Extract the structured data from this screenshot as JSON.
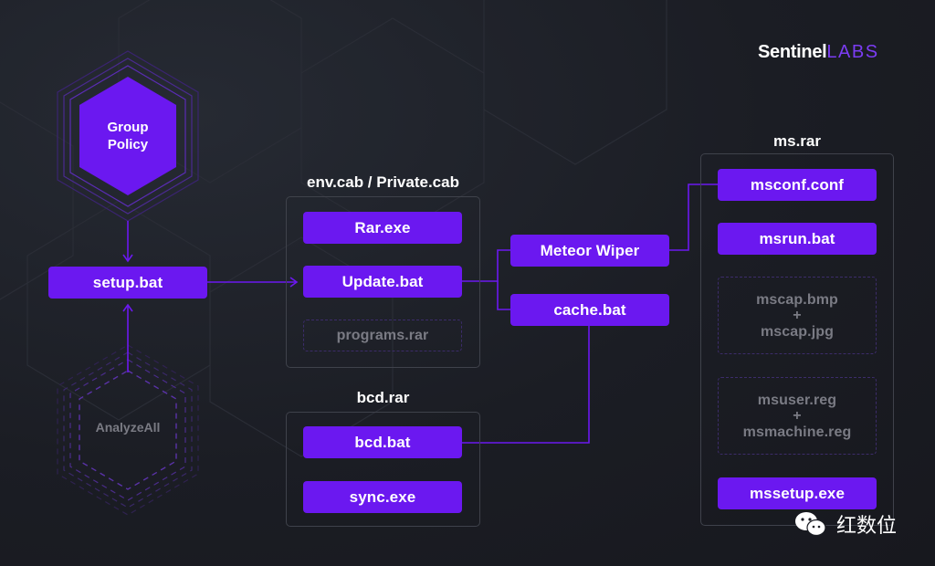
{
  "brand": {
    "name_bold": "Sentinel",
    "name_light": "LABS"
  },
  "watermark": {
    "text": "红数位",
    "icon": "wechat-icon"
  },
  "colors": {
    "accent": "#6b18f0",
    "background": "#1b1d24",
    "group_border": "#3f424b",
    "dashed_border": "#3c2c6a",
    "connector": "#6b18f0"
  },
  "nodes": {
    "group_policy": "Group\nPolicy",
    "analyze_all": "AnalyzeAll",
    "setup_bat": "setup.bat",
    "meteor_wiper": "Meteor Wiper",
    "cache_bat": "cache.bat"
  },
  "env_cab": {
    "title": "env.cab / Private.cab",
    "items": {
      "rar_exe": "Rar.exe",
      "update_bat": "Update.bat",
      "programs_rar": "programs.rar"
    }
  },
  "bcd_rar": {
    "title": "bcd.rar",
    "items": {
      "bcd_bat": "bcd.bat",
      "sync_exe": "sync.exe"
    }
  },
  "ms_rar": {
    "title": "ms.rar",
    "items": {
      "msconf": "msconf.conf",
      "msrun": "msrun.bat",
      "mscap_bmp": "mscap.bmp",
      "plus": "+",
      "mscap_jpg": "mscap.jpg",
      "msuser": "msuser.reg",
      "msmachine": "msmachine.reg",
      "mssetup": "mssetup.exe"
    }
  }
}
